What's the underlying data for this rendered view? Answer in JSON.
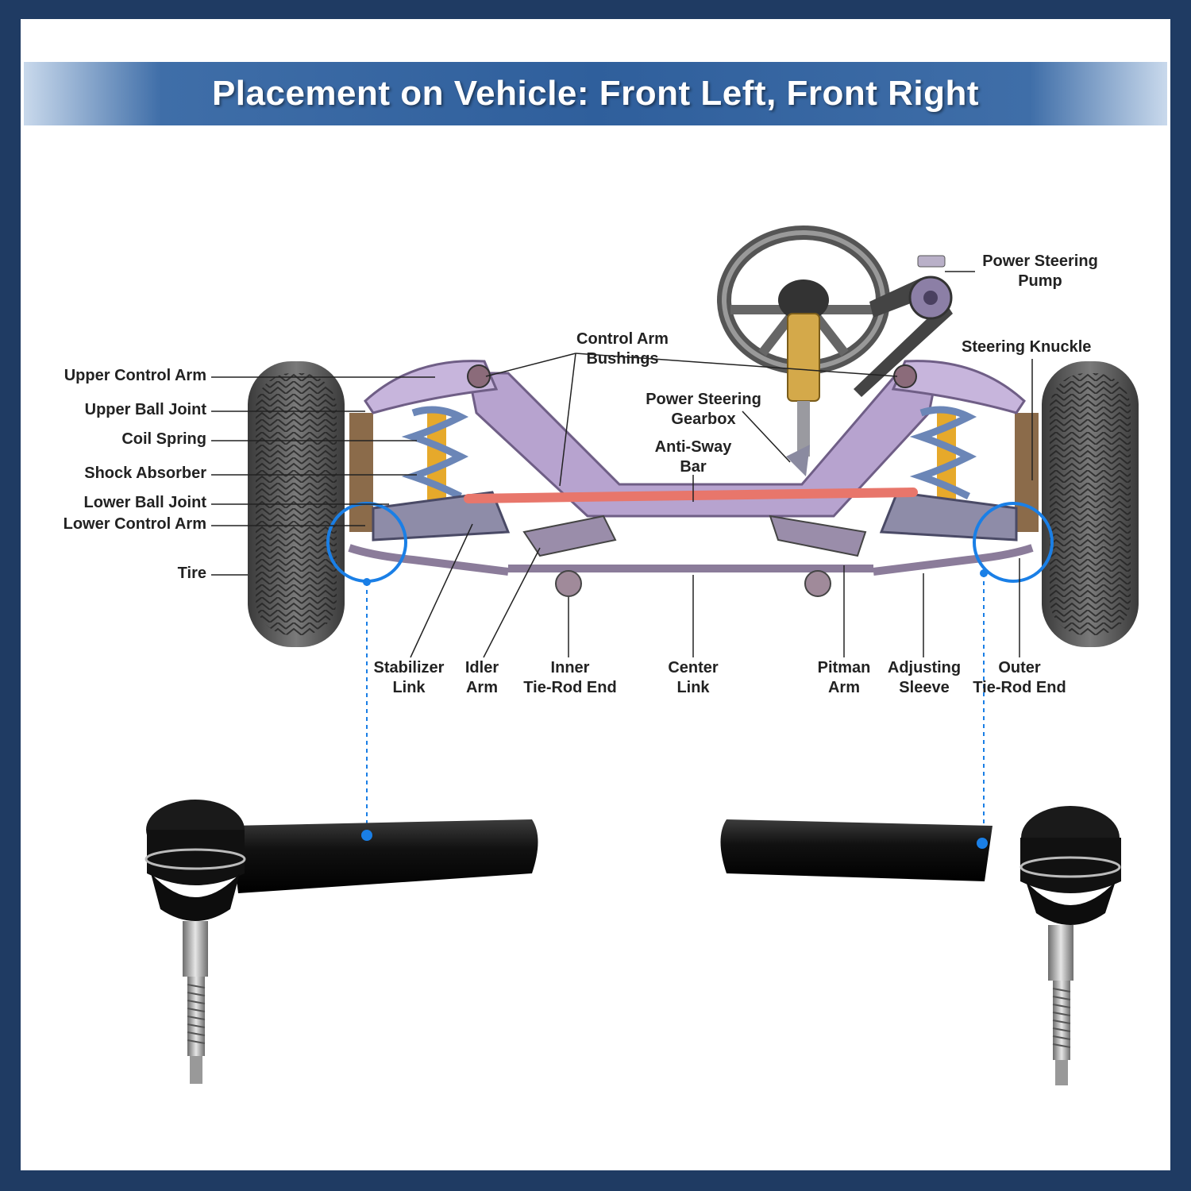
{
  "title": "Placement on Vehicle: Front Left, Front Right",
  "colors": {
    "frame": "#1f3b63",
    "title_bar": "#2f5f9c",
    "highlight": "#1a7fe6",
    "subframe": "#b7a3cf",
    "sway_bar": "#e8766b",
    "spring": "#6b86b7",
    "shock": "#e6a92b"
  },
  "labels": {
    "upper_control_arm": "Upper Control Arm",
    "upper_ball_joint": "Upper Ball Joint",
    "coil_spring": "Coil Spring",
    "shock_absorber": "Shock Absorber",
    "lower_ball_joint": "Lower Ball Joint",
    "lower_control_arm": "Lower Control Arm",
    "tire": "Tire",
    "control_arm_bushings": [
      "Control Arm",
      "Bushings"
    ],
    "power_steering_gearbox": [
      "Power Steering",
      "Gearbox"
    ],
    "anti_sway_bar": [
      "Anti-Sway",
      "Bar"
    ],
    "power_steering_pump": [
      "Power Steering",
      "Pump"
    ],
    "steering_knuckle": "Steering Knuckle",
    "stabilizer_link": [
      "Stabilizer",
      "Link"
    ],
    "idler_arm": [
      "Idler",
      "Arm"
    ],
    "inner_tie_rod_end": [
      "Inner",
      "Tie-Rod End"
    ],
    "center_link": [
      "Center",
      "Link"
    ],
    "pitman_arm": [
      "Pitman",
      "Arm"
    ],
    "adjusting_sleeve": [
      "Adjusting",
      "Sleeve"
    ],
    "outer_tie_rod_end": [
      "Outer",
      "Tie-Rod End"
    ]
  }
}
